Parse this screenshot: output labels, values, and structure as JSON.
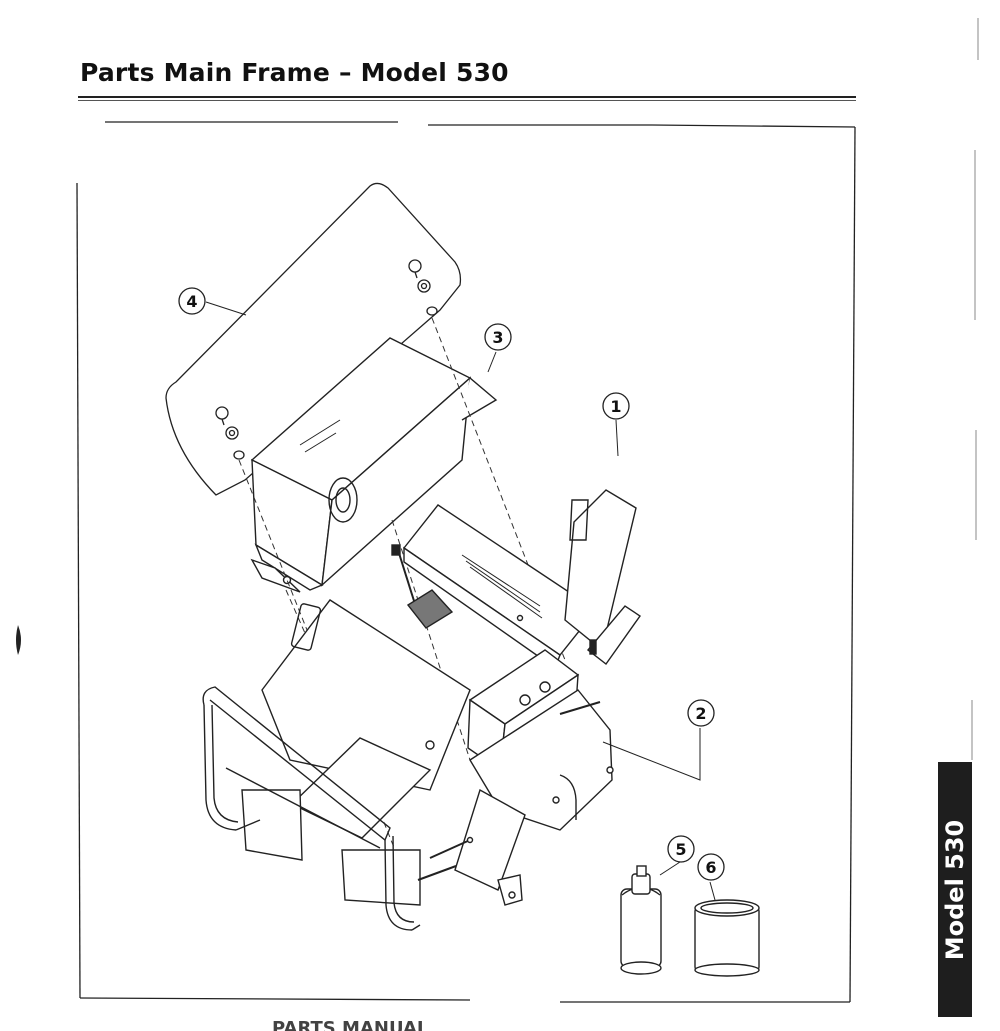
{
  "document": {
    "title": "Parts Main Frame – Model 530",
    "side_tab": "Model 530",
    "footer_fragment": "PARTS MANUAL"
  },
  "callouts": [
    {
      "id": "callout-1",
      "label": "1",
      "part": "main-frame"
    },
    {
      "id": "callout-2",
      "label": "2",
      "part": "rear-frame-bracket"
    },
    {
      "id": "callout-3",
      "label": "3",
      "part": "engine-cover"
    },
    {
      "id": "callout-4",
      "label": "4",
      "part": "cover-panel"
    },
    {
      "id": "callout-5",
      "label": "5",
      "part": "spray-paint-can"
    },
    {
      "id": "callout-6",
      "label": "6",
      "part": "paint-can"
    }
  ],
  "colors": {
    "ink": "#111111",
    "tab": "#1e1e1e",
    "paper": "#ffffff"
  }
}
